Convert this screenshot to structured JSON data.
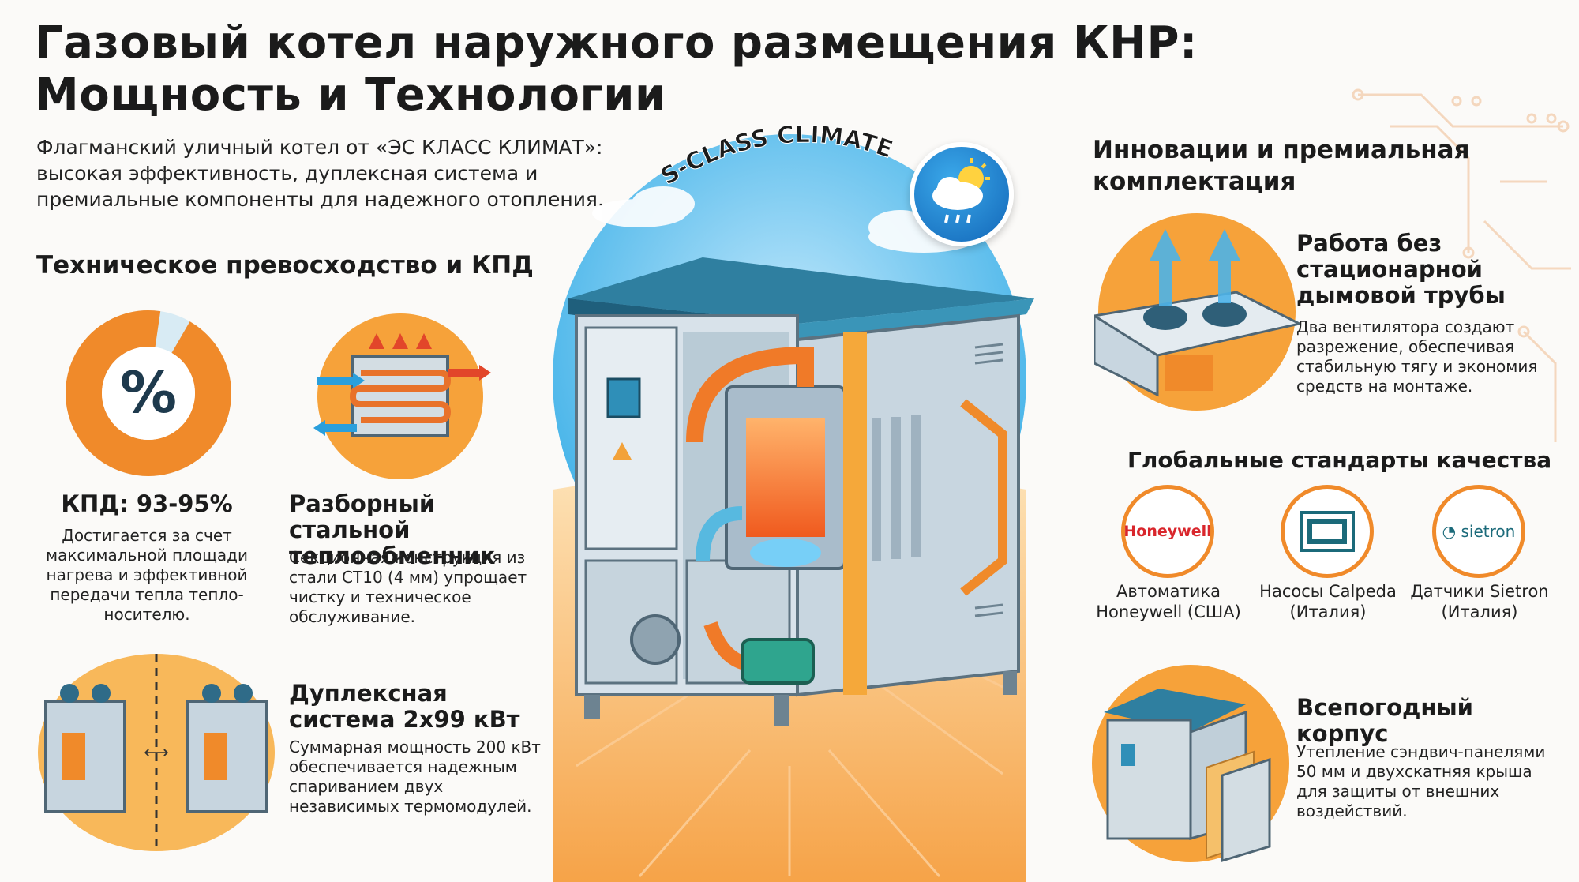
{
  "title_line1": "Газовый котел наружного размещения КНР:",
  "title_line2": "Мощность и Технологии",
  "intro": "Флагманский уличный котел от «ЭС КЛАСС КЛИМАТ»: высокая эффективность, дуплексная система и премиальные компоненты для надежного отопления.",
  "brand_arc": "S-CLASS CLIMATE",
  "left": {
    "heading": "Техническое превосходство и КПД",
    "efficiency": {
      "symbol": "%",
      "title": "КПД: 93-95%",
      "text": "Достигается за счет максимальной площади нагрева и эффективной передачи тепла тепло-носителю."
    },
    "exchanger": {
      "title": "Разборный стальной теплообменник",
      "text": "Секционная конструкция из стали СТ10 (4 мм) упрощает чистку и техническое обслуживание."
    },
    "duplex": {
      "title": "Дуплексная система 2х99 кВт",
      "text": "Суммарная мощность 200 кВт обеспечивается надежным спариванием двух независимых термомодулей."
    }
  },
  "right": {
    "heading": "Инновации и премиальная комплектация",
    "chimney": {
      "title": "Работа без стационарной дымовой трубы",
      "text": "Два вентилятора создают разрежение, обеспечивая стабильную тягу и экономия средств на монтаже."
    },
    "quality_heading": "Глобальные стандарты качества",
    "brands": [
      {
        "logo": "Honeywell",
        "label": "Автоматика Honeywell (США)"
      },
      {
        "logo": "",
        "label": "Насосы Calpeda (Италия)"
      },
      {
        "logo": "sietron",
        "label": "Датчики Sietron (Италия)"
      }
    ],
    "housing": {
      "title": "Всепогодный корпус",
      "text": "Утепление сэндвич-панелями 50 мм и двухскатняя крыша для защиты от внешних воздействий."
    }
  },
  "colors": {
    "orange": "#f08a2a",
    "blue": "#2a9fdc",
    "honeywell_red": "#d9262c",
    "calpeda_teal": "#1b6a7a"
  },
  "icons": [
    "percent-icon",
    "heat-exchanger-icon",
    "duplex-modules-icon",
    "fans-icon",
    "housing-icon",
    "weather-icon"
  ]
}
